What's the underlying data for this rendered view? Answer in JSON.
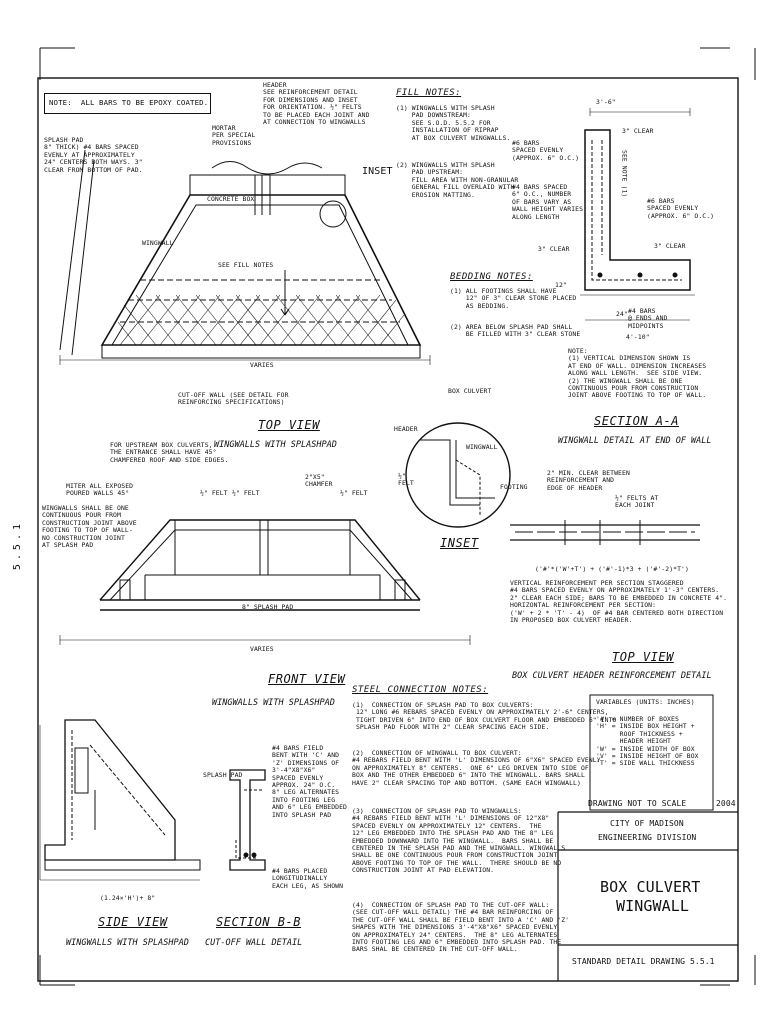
{
  "sheet": {
    "page_number": "5.5.1",
    "epoxy_note": "NOTE:  ALL BARS TO BE EPOXY COATED.",
    "drawing_not_to_scale": "DRAWING NOT TO SCALE",
    "year": "2004",
    "agency_line1": "CITY OF MADISON",
    "agency_line2": "ENGINEERING DIVISION",
    "title_line1": "BOX CULVERT",
    "title_line2": "WINGWALL",
    "standard_drawing": "STANDARD DETAIL DRAWING 5.5.1"
  },
  "headings": {
    "top_view": "TOP VIEW",
    "top_view_sub": "WINGWALLS WITH SPLASHPAD",
    "front_view": "FRONT VIEW",
    "front_view_sub": "WINGWALLS WITH SPLASHPAD",
    "side_view": "SIDE VIEW",
    "side_view_sub": "WINGWALLS WITH SPLASHPAD",
    "section_bb": "SECTION B-B",
    "section_bb_sub": "CUT-OFF WALL DETAIL",
    "section_aa": "SECTION A-A",
    "section_aa_sub": "WINGWALL DETAIL AT END OF WALL",
    "inset": "INSET",
    "top_view2": "TOP VIEW",
    "top_view2_sub": "BOX CULVERT HEADER REINFORCEMENT DETAIL",
    "fill_notes": "FILL NOTES:",
    "bedding_notes": "BEDDING NOTES:",
    "steel_notes": "STEEL CONNECTION NOTES:"
  },
  "notes": {
    "splash_pad": "SPLASH PAD\n8\" THICK) #4 BARS SPACED\nEVENLY AT APPROXIMATELY\n24\" CENTERS BOTH WAYS. 3\"\nCLEAR FROM BOTTOM OF PAD.",
    "header": "HEADER\nSEE REINFORCEMENT DETAIL\nFOR DIMENSIONS AND INSET\nFOR ORIENTATION. ½\" FELTS\nTO BE PLACED EACH JOINT AND\nAT CONNECTION TO WINGWALLS",
    "mortar": "MORTAR\nPER SPECIAL\nPROVISIONS",
    "fill1": "(1) WINGWALLS WITH SPLASH\n    PAD DOWNSTREAM:\n    SEE S.O.D. 5.5.2 FOR\n    INSTALLATION OF RIPRAP\n    AT BOX CULVERT WINGWALLS.",
    "fill2": "(2) WINGWALLS WITH SPLASH\n    PAD UPSTREAM:\n    FILL AREA WITH NON-GRANULAR\n    GENERAL FILL OVERLAID WITH\n    EROSION MATTING.",
    "bedding1": "(1) ALL FOOTINGS SHALL HAVE\n    12\" OF 3\" CLEAR STONE PLACED\n    AS BEDDING.",
    "bedding2": "(2) AREA BELOW SPLASH PAD SHALL\n    BE FILLED WITH 3\" CLEAR STONE",
    "cutoff": "CUT-OFF WALL (SEE DETAIL FOR\nREINFORCING SPECIFICATIONS)",
    "upstream": "FOR UPSTREAM BOX CULVERTS,\nTHE ENTRANCE SHALL HAVE 45°\nCHAMFERED ROOF AND SIDE EDGES.",
    "miter": "MITER ALL EXPOSED\nPOURED WALLS 45°",
    "wingwalls_pour": "WINGWALLS SHALL BE ONE\nCONTINUOUS POUR FROM\nCONSTRUCTION JOINT ABOVE\nFOOTING TO TOP OF WALL-\nNO CONSTRUCTION JOINT\nAT SPLASH PAD",
    "chamfer": "2\"X5\"\nCHAMFER",
    "aa_note": "NOTE:\n(1) VERTICAL DIMENSION SHOWN IS\nAT END OF WALL. DIMENSION INCREASES\nALONG WALL LENGTH.  SEE SIDE VIEW.\n(2) THE WINGWALL SHALL BE ONE\nCONTINUOUS POUR FROM CONSTRUCTION\nJOINT ABOVE FOOTING TO TOP OF WALL.",
    "bars6": "#6 BARS\nSPACED EVENLY\n(APPROX. 6\" O.C.)",
    "bars4": "#4 BARS SPACED\n6\" O.C., NUMBER\nOF BARS VARY AS\nWALL HEIGHT VARIES\nALONG LENGTH",
    "bars6b": "#6 BARS\nSPACED EVENLY\n(APPROX. 6\" O.C.)",
    "bars4ends": "#4 BARS\n@ ENDS AND\nMIDPOINTS",
    "clear_between": "2\" MIN. CLEAR BETWEEN\nREINFORCEMENT AND\nEDGE OF HEADER",
    "felts_each": "½\" FELTS AT\nEACH JOINT",
    "header_formula": "('#'*('W'+T') + ('#'-1)*3 + ('#'-2)*T')",
    "vertical_reinf": "VERTICAL REINFORCEMENT PER SECTION STAGGERED\n#4 BARS SPACED EVENLY ON APPROXIMATELY 1'-3\" CENTERS.\n2\" CLEAR EACH SIDE; BARS TO BE EMBEDDED IN CONCRETE 4\".\nHORIZONTAL REINFORCEMENT PER SECTION:\n('W' + 2 * 'T' - 4)  OF #4 BAR CENTERED BOTH DIRECTION\nIN PROPOSED BOX CULVERT HEADER.",
    "bb_note1": "#4 BARS FIELD\nBENT WITH 'C' AND\n'Z' DIMENSIONS OF\n3'-4\"X8\"X6\"\nSPACED EVENLY\nAPPROX. 24\" O.C.\n8\" LEG ALTERNATES\nINTO FOOTING LEG\nAND 6\" LEG EMBEDDED\nINTO SPLASH PAD",
    "bb_note2": "#4 BARS PLACED\nLONGITUDINALLY\nEACH LEG, AS SHOWN",
    "steel1": "(1)  CONNECTION OF SPLASH PAD TO BOX CULVERTS:\n 12\" LONG #6 REBARS SPACED EVENLY ON APPROXIMATELY 2'-6\" CENTERS,\n TIGHT DRIVEN 6\" INTO END OF BOX CULVERT FLOOR AND EMBEDDED 6\" INTO\n SPLASH PAD FLOOR WITH 2\" CLEAR SPACING EACH SIDE.",
    "steel2": "(2)  CONNECTION OF WINGWALL TO BOX CULVERT:\n#4 REBARS FIELD BENT WITH 'L' DIMENSIONS OF 6\"X6\" SPACED EVENLY\nON APPROXIMATELY 8\" CENTERS.  ONE 6\" LEG DRIVEN INTO SIDE OF\nBOX AND THE OTHER EMBEDDED 6\" INTO THE WINGWALL. BARS SHALL\nHAVE 2\" CLEAR SPACING TOP AND BOTTOM. (SAME EACH WINGWALL)",
    "steel3": "(3)  CONNECTION OF SPLASH PAD TO WINGWALLS:\n#4 REBARS FIELD BENT WITH 'L' DIMENSIONS OF 12\"X8\"\nSPACED EVENLY ON APPROXIMATELY 12\" CENTERS.  THE\n12\" LEG EMBEDDED INTO THE SPLASH PAD AND THE 8\" LEG\nEMBEDDED DOWNWARD INTO THE WINGWALL.  BARS SHALL BE\nCENTERED IN THE SPLASH PAD AND THE WINGWALL. WINGWALLS\nSHALL BE ONE CONTINUOUS POUR FROM CONSTRUCTION JOINT\nABOVE FOOTING TO TOP OF THE WALL.  THERE SHOULD BE NO\nCONSTRUCTION JOINT AT PAD ELEVATION.",
    "steel4": "(4)  CONNECTION OF SPLASH PAD TO THE CUT-OFF WALL:\n(SEE CUT-OFF WALL DETAIL) THE #4 BAR REINFORCING OF\nTHE CUT-OFF WALL SHALL BE FIELD BENT INTO A 'C' AND 'Z'\nSHAPES WITH THE DIMENSIONS 3'-4\"X8\"X6\" SPACED EVENLY\nON APPROXIMATELY 24\" CENTERS.  THE 8\" LEG ALTERNATES\nINTO FOOTING LEG AND 6\" EMBEDDED INTO SPLASH PAD. THE\nBARS SHAL BE CENTERED IN THE CUT-OFF WALL."
  },
  "variables": {
    "title": "VARIABLES (UNITS: INCHES)",
    "lines": "'#' = NUMBER OF BOXES\n'H' = INSIDE BOX HEIGHT +\n      ROOF THICKNESS +\n      HEADER HEIGHT\n'W' = INSIDE WIDTH OF BOX\n'V' = INSIDE HEIGHT OF BOX\n'T' = SIDE WALL THICKNESS"
  },
  "labels": {
    "concrete_box": "CONCRETE BOX",
    "wingwall": "WINGWALL",
    "see_fill_notes": "SEE FILL NOTES",
    "varies": "VARIES",
    "varies2": "VARIES",
    "inset_tag": "INSET",
    "splash_pad_dim": "8\" SPLASH PAD",
    "box_culvert": "BOX CULVERT",
    "header": "HEADER",
    "wingwall_inset": "WINGWALL",
    "footing": "FOOTING",
    "felt": "½\"\nFELT",
    "splash_pad_bb": "SPLASH PAD",
    "clear_3": "3\" CLEAR",
    "clear_3b": "3\" CLEAR",
    "clear_3c": "3\" CLEAR",
    "dim_3_6": "3'-6\"",
    "dim_4_10": "4'-10\"",
    "dim_24": "24\"",
    "dim_12": "12\"",
    "see_note": "SEE NOTE (1)",
    "side_dims": "(1.24×'H')+ 8\"",
    "felt_1": "½\" FELT",
    "felt_2": "½\" FELT",
    "felt_3": "½\" FELT"
  }
}
